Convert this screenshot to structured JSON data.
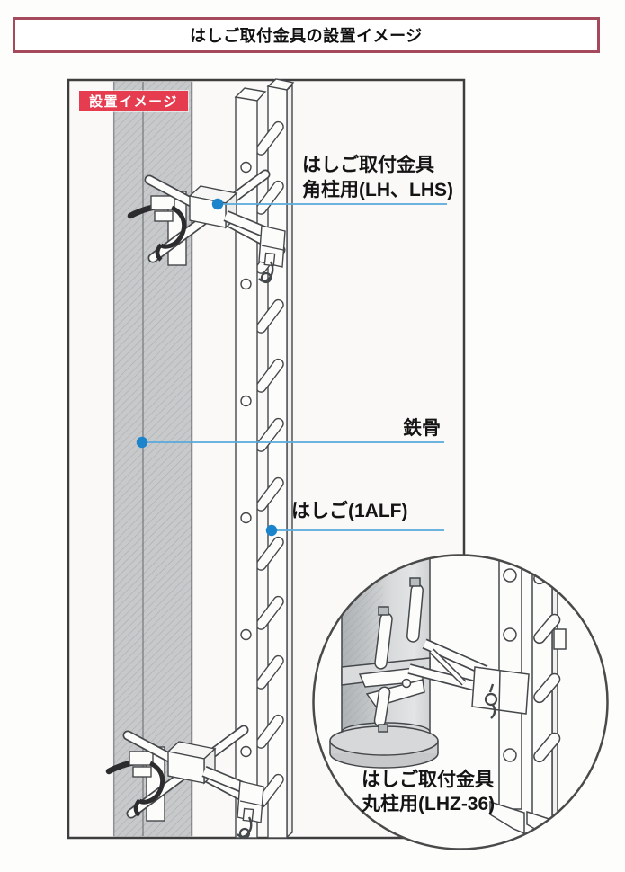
{
  "title": {
    "text": "はしご取付金具の設置イメージ"
  },
  "diagram": {
    "badge": "設置イメージ",
    "callouts": {
      "bracket_square": {
        "line1": "はしご取付金具",
        "line2": "角柱用(LH、LHS)"
      },
      "steel_frame": {
        "label": "鉄骨"
      },
      "ladder": {
        "label": "はしご(1ALF)"
      }
    },
    "inset_caption": {
      "line1": "はしご取付金具",
      "line2": "丸柱用(LHZ-36)"
    },
    "colors": {
      "title_border": "#a54a5c",
      "badge_bg": "#e63c50",
      "badge_text": "#ffffff",
      "leader_line": "#58a9dc",
      "leader_dot": "#1b84cb",
      "column_fill": "#c7c9cb",
      "line_art": "#45484b"
    }
  }
}
